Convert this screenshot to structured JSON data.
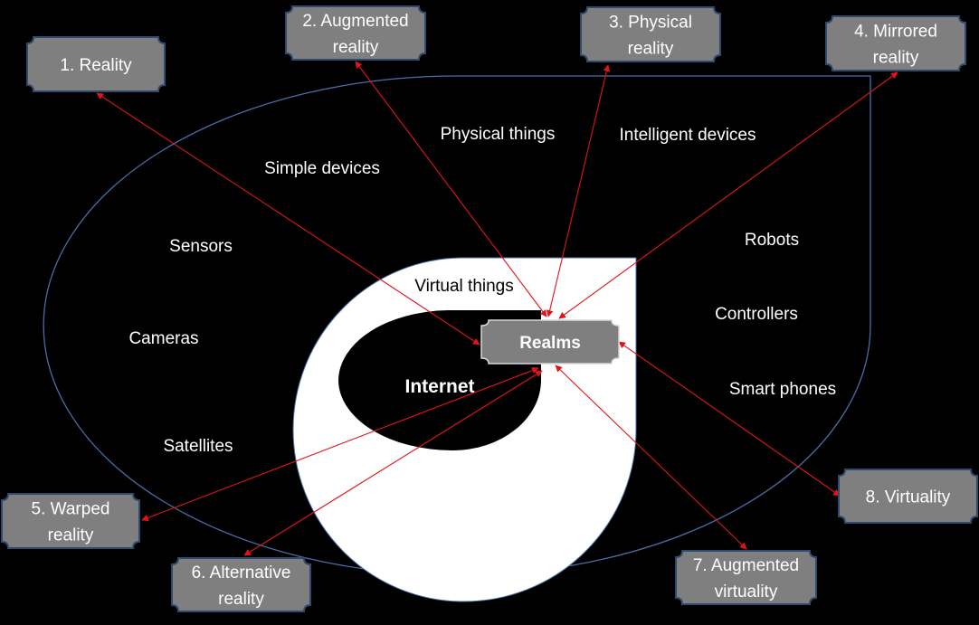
{
  "colors": {
    "background": "#000000",
    "outline": "#4a6da8",
    "label_fill": "#7f7f7f",
    "label_border": "#2f4a6e",
    "label_text": "#ffffff",
    "arrow": "#e0151b",
    "inner_ring": "#ffffff",
    "text": "#ffffff"
  },
  "realm_labels": [
    {
      "id": "reality",
      "lines": [
        "1. Reality"
      ]
    },
    {
      "id": "augmented-reality",
      "lines": [
        "2. Augmented",
        "reality"
      ]
    },
    {
      "id": "physical-reality",
      "lines": [
        "3. Physical",
        "reality"
      ]
    },
    {
      "id": "mirrored-reality",
      "lines": [
        "4. Mirrored",
        "reality"
      ]
    },
    {
      "id": "warped-reality",
      "lines": [
        "5. Warped",
        "reality"
      ]
    },
    {
      "id": "alternative-reality",
      "lines": [
        "6. Alternative",
        "reality"
      ]
    },
    {
      "id": "augmented-virtuality",
      "lines": [
        "7. Augmented",
        "virtuality"
      ]
    },
    {
      "id": "virtuality",
      "lines": [
        "8. Virtuality"
      ]
    }
  ],
  "center_label": "Realms",
  "internet_label": "Internet",
  "virtual_things_label": "Virtual things",
  "physical_items": [
    {
      "id": "physical-things",
      "text": "Physical things"
    },
    {
      "id": "intelligent-devices",
      "text": "Intelligent devices"
    },
    {
      "id": "simple-devices",
      "text": "Simple devices"
    },
    {
      "id": "sensors",
      "text": "Sensors"
    },
    {
      "id": "robots",
      "text": "Robots"
    },
    {
      "id": "controllers",
      "text": "Controllers"
    },
    {
      "id": "cameras",
      "text": "Cameras"
    },
    {
      "id": "smart-phones",
      "text": "Smart phones"
    },
    {
      "id": "satellites",
      "text": "Satellites"
    }
  ]
}
